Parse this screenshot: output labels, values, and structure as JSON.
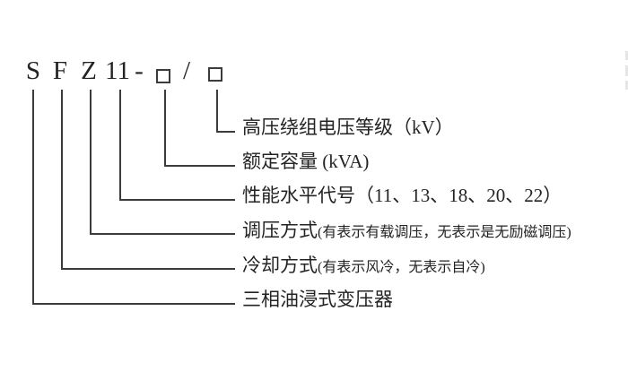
{
  "model_code": {
    "series": "S",
    "cooling": "F",
    "regulation": "Z",
    "performance": "11",
    "dash": "-",
    "slash": "/",
    "placeholder_symbol": "box"
  },
  "labels": [
    {
      "main": "高压绕组电压等级（kV）",
      "note": ""
    },
    {
      "main": "额定容量 (kVA)",
      "note": ""
    },
    {
      "main": "性能水平代号（11、13、18、20、22）",
      "note": ""
    },
    {
      "main": "调压方式",
      "note": "(有表示有载调压，无表示是无励磁调压)"
    },
    {
      "main": "冷却方式",
      "note": "(有表示风冷，无表示自冷)"
    },
    {
      "main": "三相油浸式变压器",
      "note": ""
    }
  ],
  "colors": {
    "background": "#ffffff",
    "text": "#232323",
    "line": "#3c3c3c"
  }
}
